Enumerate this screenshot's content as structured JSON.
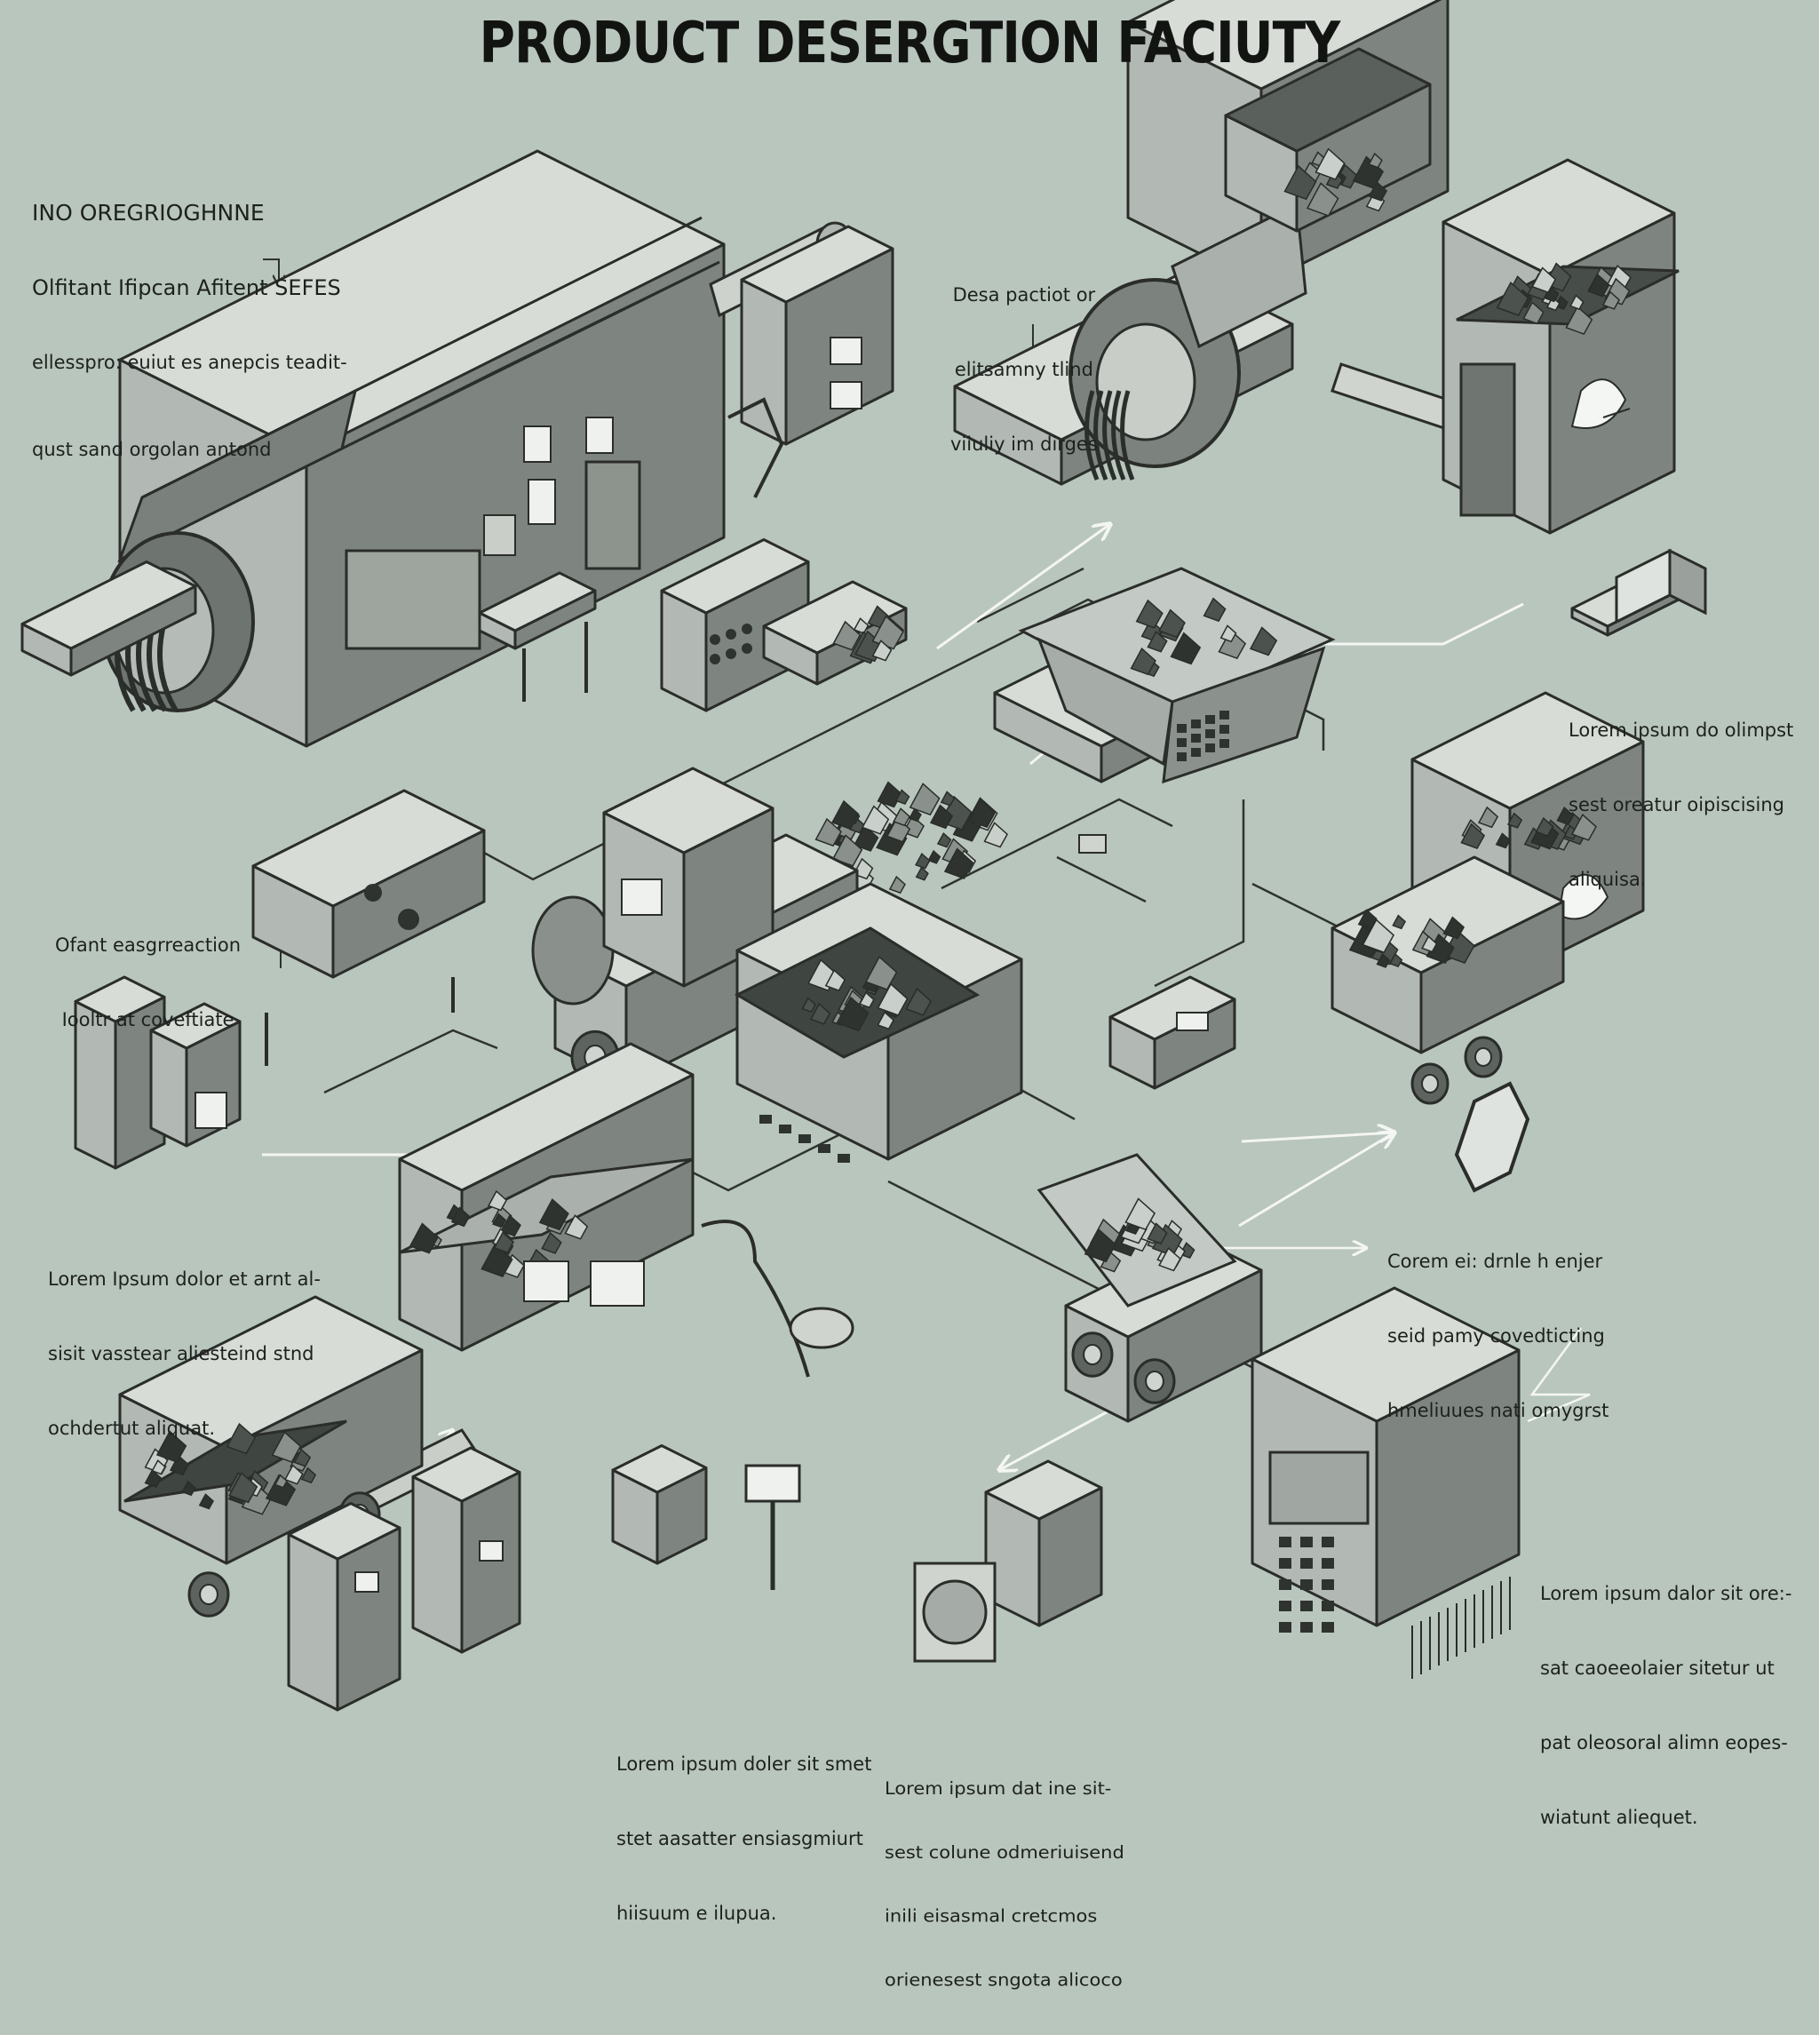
{
  "title": "PRODUCT DESERGTION FACIUTY",
  "colors": {
    "background": "#b9c6bd",
    "machine_light": "#d7dcd7",
    "machine_mid": "#b2b8b3",
    "machine_dark": "#7e8580",
    "outline": "#2a2d2a",
    "connector": "#2f332f",
    "arrow_white": "#f4f6f3"
  },
  "labels": {
    "header": [
      "INO OREGRIOGHNNE",
      "Olfitant Ifipcan Afitent SEFES",
      "ellesspro: euiut es anepcis teadit-",
      "qust sand orgolan antond"
    ],
    "top_center": [
      "Desa pactiot or",
      "elitsamny tlind",
      "viiuliy im dirges"
    ],
    "right_upper": [
      "Lorem ipsum do olimpst",
      "sest oreatur oipiscising",
      "aliquisa."
    ],
    "left_middle": [
      "Ofant easgrreaction",
      "Iooltr at coveftiate"
    ],
    "left_lower": [
      "Lorem Ipsum dolor et arnt al-",
      "sisit vasstear aliesteind stnd",
      "ochdertut aliquat."
    ],
    "right_middle": [
      "Corem ei: drnle h enjer",
      "seid pamy covedticting",
      "hmeliuues nati omygrst"
    ],
    "bottom_center_left": [
      "Lorem ipsum doler sit smet",
      "stet aasatter ensiasgmiurt",
      "hiisuum e ilupua."
    ],
    "bottom_center": [
      "Lorem ipsum dat ine sit-",
      "sest colune odmeriuisend",
      "inili eisasmal cretcmos",
      "orienesest sngota alicoco"
    ],
    "right_lower": [
      "Lorem ipsum dalor sit ore:-",
      "sat caoeeolaier sitetur ut",
      "pat oleosoral alimn eopes-",
      "wiatunt aliequet."
    ]
  }
}
